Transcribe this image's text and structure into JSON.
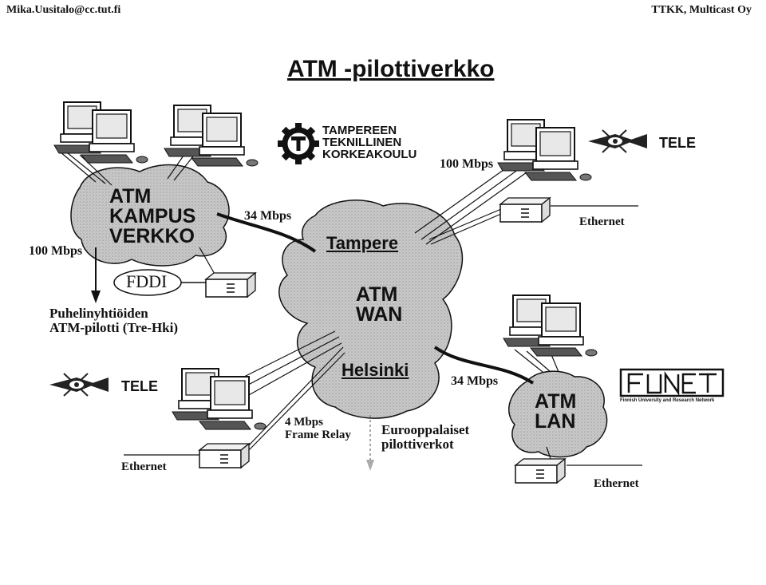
{
  "header": {
    "left": "Mika.Uusitalo@cc.tut.fi",
    "right": "TTKK, Multicast Oy"
  },
  "title": "ATM -pilottiverkko",
  "university": {
    "line1": "TAMPEREEN",
    "line2": "TEKNILLINEN",
    "line3": "KORKEAKOULU"
  },
  "campus": {
    "line1": "ATM",
    "line2": "KAMPUS",
    "line3": "VERKKO"
  },
  "wan": {
    "top": "Tampere",
    "line1": "ATM",
    "line2": "WAN",
    "bottom": "Helsinki"
  },
  "lan": {
    "line1": "ATM",
    "line2": "LAN"
  },
  "links": {
    "campus_wan": "34 Mbps",
    "wan_lan": "34 Mbps",
    "campus_left": "100 Mbps",
    "wan_tele_top": "100 Mbps",
    "frame_relay_line1": "4 Mbps",
    "frame_relay_line2": "Frame Relay"
  },
  "fddi": "FDDI",
  "phone_pilot": {
    "line1": "Puhelinyhtiöiden",
    "line2": "ATM-pilotti (Tre-Hki)"
  },
  "european": {
    "line1": "Eurooppalaiset",
    "line2": "pilottiverkot"
  },
  "tele_label": "TELE",
  "ethernet_label": "Ethernet",
  "funet": {
    "name": "FUNET",
    "tagline": "Finnish University and Research Network"
  }
}
